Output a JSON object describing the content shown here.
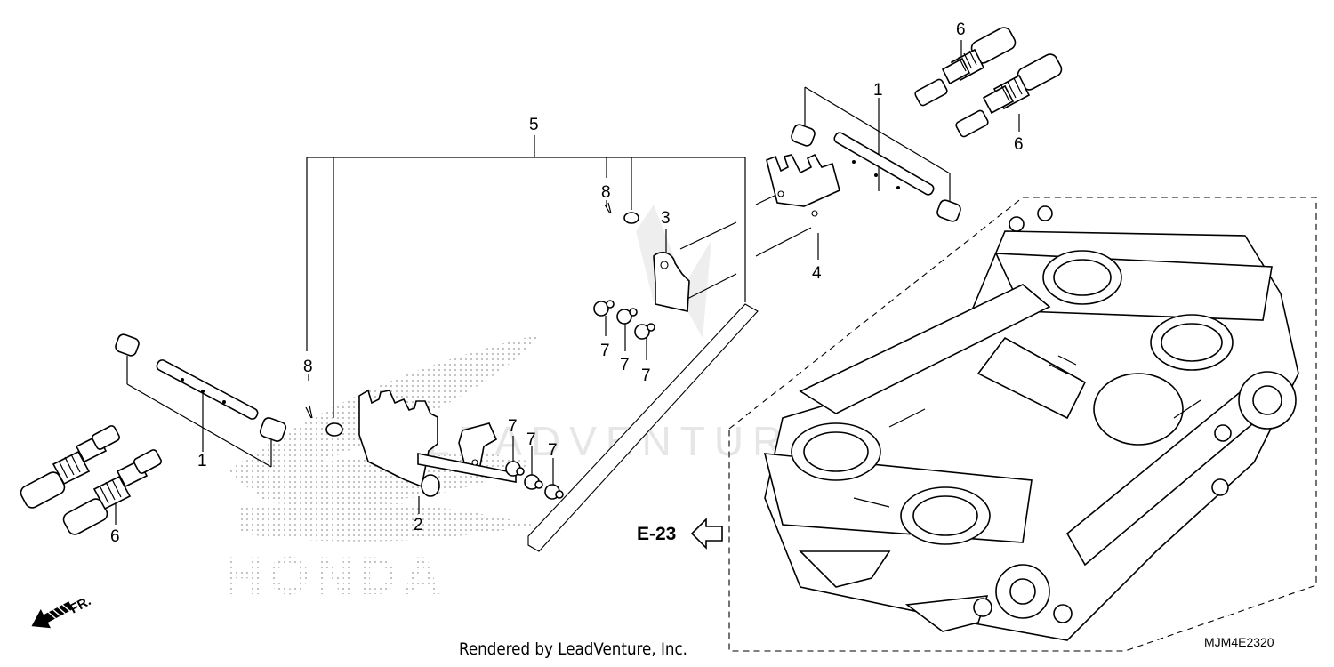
{
  "callouts": {
    "c1_right": "1",
    "c1_left": "1",
    "c2": "2",
    "c3": "3",
    "c4": "4",
    "c5": "5",
    "c6_top": "6",
    "c6_mid": "6",
    "c6_left": "6",
    "c7_a": "7",
    "c7_b": "7",
    "c7_c": "7",
    "c7_d": "7",
    "c7_e": "7",
    "c7_f": "7",
    "c8_top": "8",
    "c8_left": "8"
  },
  "reference": {
    "label": "E-23"
  },
  "direction": {
    "label": "FR."
  },
  "part_code": "MJM4E2320",
  "credit": "Rendered by LeadVenture, Inc.",
  "watermarks": {
    "brand_logo": "HONDA",
    "center_logo": "LEADVENTURE"
  },
  "colors": {
    "ink": "#000000",
    "watermark": "#d8d8d8",
    "background": "#ffffff"
  },
  "icons": {
    "direction": "arrow-down-left-icon",
    "reference": "hollow-arrow-left-icon"
  }
}
